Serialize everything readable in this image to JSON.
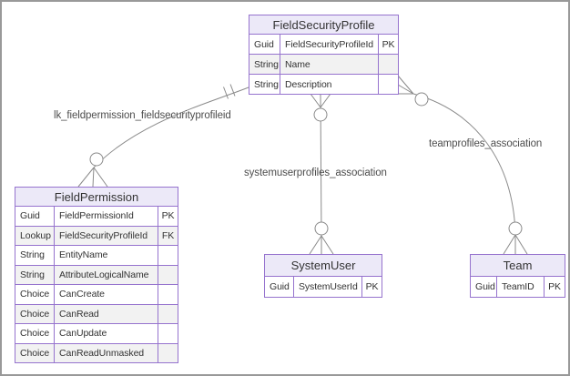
{
  "colors": {
    "accent": "#9673CE",
    "entity_header_fill": "#ECE9F8",
    "entity_alt_row_fill": "#F2F2F2",
    "entity_text": "#333333",
    "line": "#8A8A8A",
    "label_text": "#4D4D4D",
    "frame_border": "#999999"
  },
  "entities": [
    {
      "name": "FieldSecurityProfile",
      "rows": [
        {
          "type": "Guid",
          "attr": "FieldSecurityProfileId",
          "key": "PK"
        },
        {
          "type": "String",
          "attr": "Name",
          "key": ""
        },
        {
          "type": "String",
          "attr": "Description",
          "key": ""
        }
      ]
    },
    {
      "name": "FieldPermission",
      "rows": [
        {
          "type": "Guid",
          "attr": "FieldPermissionId",
          "key": "PK"
        },
        {
          "type": "Lookup",
          "attr": "FieldSecurityProfileId",
          "key": "FK"
        },
        {
          "type": "String",
          "attr": "EntityName",
          "key": ""
        },
        {
          "type": "String",
          "attr": "AttributeLogicalName",
          "key": ""
        },
        {
          "type": "Choice",
          "attr": "CanCreate",
          "key": ""
        },
        {
          "type": "Choice",
          "attr": "CanRead",
          "key": ""
        },
        {
          "type": "Choice",
          "attr": "CanUpdate",
          "key": ""
        },
        {
          "type": "Choice",
          "attr": "CanReadUnmasked",
          "key": ""
        }
      ]
    },
    {
      "name": "SystemUser",
      "rows": [
        {
          "type": "Guid",
          "attr": "SystemUserId",
          "key": "PK"
        }
      ]
    },
    {
      "name": "Team",
      "rows": [
        {
          "type": "Guid",
          "attr": "TeamID",
          "key": "PK"
        }
      ]
    }
  ],
  "relationships": [
    {
      "label": "lk_fieldpermission_fieldsecurityprofileid",
      "from": "FieldSecurityProfile",
      "to": "FieldPermission",
      "from_cardinality": "one-and-only-one",
      "to_cardinality": "zero-or-many"
    },
    {
      "label": "systemuserprofiles_association",
      "from": "FieldSecurityProfile",
      "to": "SystemUser",
      "from_cardinality": "zero-or-many",
      "to_cardinality": "zero-or-many"
    },
    {
      "label": "teamprofiles_association",
      "from": "FieldSecurityProfile",
      "to": "Team",
      "from_cardinality": "zero-or-many",
      "to_cardinality": "zero-or-many"
    }
  ]
}
